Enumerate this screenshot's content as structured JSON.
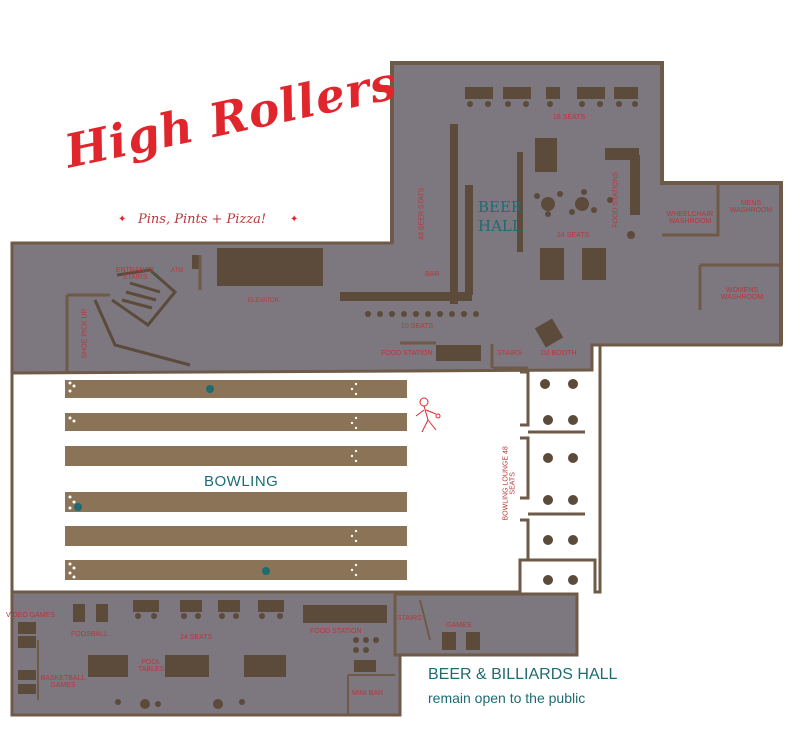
{
  "brand": {
    "title": "High Rollers",
    "tagline": "Pins, Pints + Pizza!",
    "star": "✦"
  },
  "rooms": {
    "beer_hall": "BEER HALL",
    "bowling": "BOWLING",
    "wheelchair_washroom": "WHEELCHAIR WASHROOM",
    "mens_washroom": "MENS WASHROOM",
    "womens_washroom": "WOMENS WASHROOM",
    "dj_booth": "DJ BOOTH"
  },
  "labels": {
    "seats_top": "18 SEATS",
    "beer_stats": "48 BEER STATS",
    "food_stations_right": "FOOD STATIONS",
    "seats_24_beer": "24 SEATS",
    "bar": "BAR",
    "seats_10": "10 SEATS",
    "food_station_mid": "FOOD STATION",
    "stairs_mid": "STAIRS",
    "entrance_stairs": "ENTRANCE STAIRS",
    "atm": "ATM",
    "elevator": "ELEVATOR",
    "shoe_pick_up": "SHOE PICK UP",
    "bowling_lounge": "BOWLING LOUNGE 48 SEATS",
    "video_games": "VIDEO GAMES",
    "foosball": "FOOSBALL",
    "seats_24_billiards": "24 SEATS",
    "food_station_bottom": "FOOD STATION",
    "pool_tables": "POOL TABLES",
    "basketball_games": "BASKETBALL GAMES",
    "mini_bar": "MINI BAR",
    "stairs_bottom": "STAIRS",
    "games": "GAMES"
  },
  "notice": {
    "title": "BEER & BILLIARDS HALL",
    "subtitle": "remain open to the public"
  },
  "colors": {
    "closed_overlay": "#7d7880",
    "furniture": "#5c4a3a",
    "lane": "#8a7356",
    "accent_red": "#e0262c",
    "accent_teal": "#1e6b72",
    "wall": "#6e5a47"
  }
}
